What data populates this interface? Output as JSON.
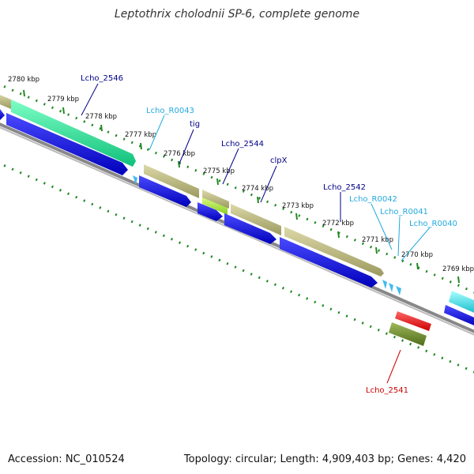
{
  "title": "Leptothrix cholodnii SP-6, complete genome",
  "accession": "Accession: NC_010524",
  "summary": "Topology: circular; Length: 4,909,403 bp; Genes: 4,420",
  "colors": {
    "cds": "#0000ee",
    "gene_top": "#b5b37a",
    "gene_dark": "#6b8a2a",
    "tRNA": "#44bbee",
    "highlight_green": "#33ee99",
    "highlight_cyan": "#22ddee",
    "label_dark": "#000088",
    "label_light": "#22aadd",
    "label_red": "#cc0000",
    "backbone": "#777777",
    "tick": "#228822"
  },
  "ticks": [
    {
      "label": "2780 kbp",
      "pos": 2780
    },
    {
      "label": "2779 kbp",
      "pos": 2779
    },
    {
      "label": "2778 kbp",
      "pos": 2778
    },
    {
      "label": "2777 kbp",
      "pos": 2777
    },
    {
      "label": "2776 kbp",
      "pos": 2776
    },
    {
      "label": "2775 kbp",
      "pos": 2775
    },
    {
      "label": "2774 kbp",
      "pos": 2774
    },
    {
      "label": "2773 kbp",
      "pos": 2773
    },
    {
      "label": "2772 kbp",
      "pos": 2772
    },
    {
      "label": "2771 kbp",
      "pos": 2771
    },
    {
      "label": "2770 kbp",
      "pos": 2770
    },
    {
      "label": "2769 kbp",
      "pos": 2769
    }
  ],
  "gene_labels": [
    {
      "text": "Lcho_2546",
      "tone": "dark"
    },
    {
      "text": "Lcho_R0043",
      "tone": "light"
    },
    {
      "text": "tig",
      "tone": "dark"
    },
    {
      "text": "Lcho_2544",
      "tone": "dark"
    },
    {
      "text": "clpX",
      "tone": "dark"
    },
    {
      "text": "Lcho_2542",
      "tone": "dark"
    },
    {
      "text": "Lcho_R0042",
      "tone": "light"
    },
    {
      "text": "Lcho_R0041",
      "tone": "light"
    },
    {
      "text": "Lcho_R0040",
      "tone": "light"
    },
    {
      "text": "Lcho_2541",
      "tone": "red"
    }
  ]
}
